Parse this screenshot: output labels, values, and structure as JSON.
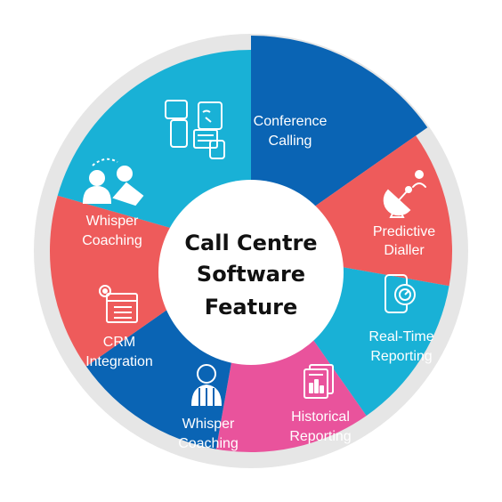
{
  "diagram": {
    "center": {
      "title_lines": [
        "Call Centre",
        "Software",
        "Feature"
      ]
    },
    "colors": {
      "dark_blue": "#0a64b4",
      "coral": "#ee5b5b",
      "cyan": "#19b1d6",
      "pink": "#e9539c",
      "outer_ring": "#e6e6e6",
      "center": "#ffffff"
    },
    "segments": [
      {
        "key": "conference",
        "color": "#0a64b4",
        "icon": "conference-calling-icon",
        "label_lines": [
          "Conference",
          "Calling"
        ]
      },
      {
        "key": "predictive",
        "color": "#ee5b5b",
        "icon": "predictive-dialler-icon",
        "label_lines": [
          "Predictive",
          "Dialler"
        ]
      },
      {
        "key": "realtime",
        "color": "#19b1d6",
        "icon": "real-time-reporting-icon",
        "label_lines": [
          "Real-Time",
          "Reporting"
        ]
      },
      {
        "key": "historical",
        "color": "#e9539c",
        "icon": "historical-reporting-icon",
        "label_lines": [
          "Historical",
          "Reporting"
        ]
      },
      {
        "key": "whisper-bottom",
        "color": "#0a64b4",
        "icon": "whisper-coaching-agent-icon",
        "label_lines": [
          "Whisper",
          "Coaching"
        ]
      },
      {
        "key": "crm",
        "color": "#ee5b5b",
        "icon": "crm-integration-icon",
        "label_lines": [
          "CRM",
          "Integration"
        ]
      },
      {
        "key": "whisper-top",
        "color": "#19b1d6",
        "icon": "whisper-coaching-icon",
        "label_lines": [
          "Whisper",
          "Coaching"
        ]
      }
    ]
  }
}
